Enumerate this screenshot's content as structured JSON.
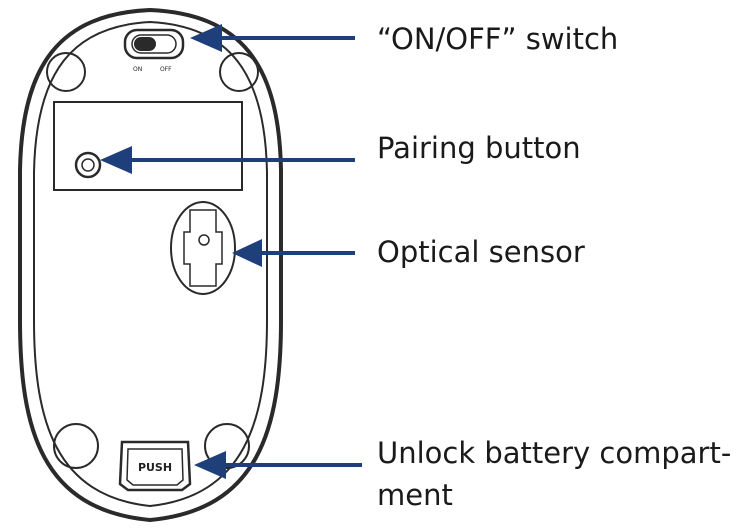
{
  "labels": {
    "switch": "“ON/OFF” switch",
    "pairing": "Pairing button",
    "sensor": "Optical sensor",
    "battery_line1": "Unlock battery compart-",
    "battery_line2": "ment"
  },
  "mouse": {
    "switch_on": "ON",
    "switch_off": "OFF",
    "push_label": "PUSH"
  },
  "colors": {
    "arrow": "#1f3f7a",
    "outline": "#2a2a2a",
    "text": "#1a1a1a"
  }
}
